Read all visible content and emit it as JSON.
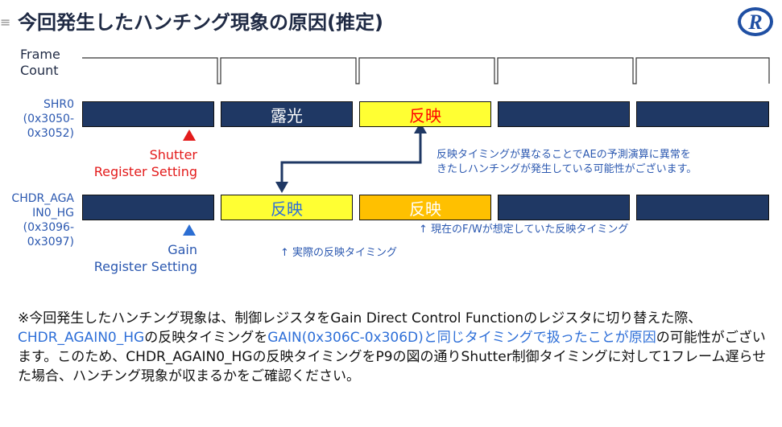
{
  "title_mark": "≡",
  "title": "今回発生したハンチング現象の原因(推定)",
  "frame_count": {
    "line1": "Frame",
    "line2": "Count"
  },
  "shr0": {
    "label_lines": [
      "SHR0",
      "(0x3050-",
      "0x3052)"
    ],
    "box_texts": [
      "",
      "露光",
      "反映",
      "",
      ""
    ],
    "setting_lines": [
      "Shutter",
      "Register Setting"
    ]
  },
  "chdr": {
    "label_lines": [
      "CHDR_AGA",
      "IN0_HG",
      "(0x3096-",
      "0x3097)"
    ],
    "box_texts": [
      "",
      "反映",
      "反映",
      "",
      ""
    ],
    "setting_lines": [
      "Gain",
      "Register Setting"
    ]
  },
  "annotations": {
    "ae_issue_line1": "反映タイミングが異なることでAEの予測演算に異常を",
    "ae_issue_line2": "きたしハンチングが発生している可能性がございます。",
    "fw_expected": "↑ 現在のF/Wが想定していた反映タイミング",
    "actual": "↑ 実際の反映タイミング"
  },
  "paragraph": {
    "p1": "※今回発生したハンチング現象は、制御レジスタをGain Direct Control Functionのレジスタに切り替えた際、",
    "p2": "CHDR_AGAIN0_HG",
    "p3": "の反映タイミングを",
    "p4": "GAIN(0x306C-0x306D)と同じタイミングで扱ったことが原因",
    "p5": "の可能性がございます。このため、CHDR_AGAIN0_HGの反映タイミングをP9の図の通りShutter制御タイミングに対して1フレーム遅らせた場合、ハンチング現象が収まるかをご確認ください。"
  },
  "colors": {
    "navy": "#1f3864",
    "yellow": "#ffff33",
    "orange": "#ffc000",
    "red": "#e31b1b",
    "blue": "#2e6fd8"
  }
}
